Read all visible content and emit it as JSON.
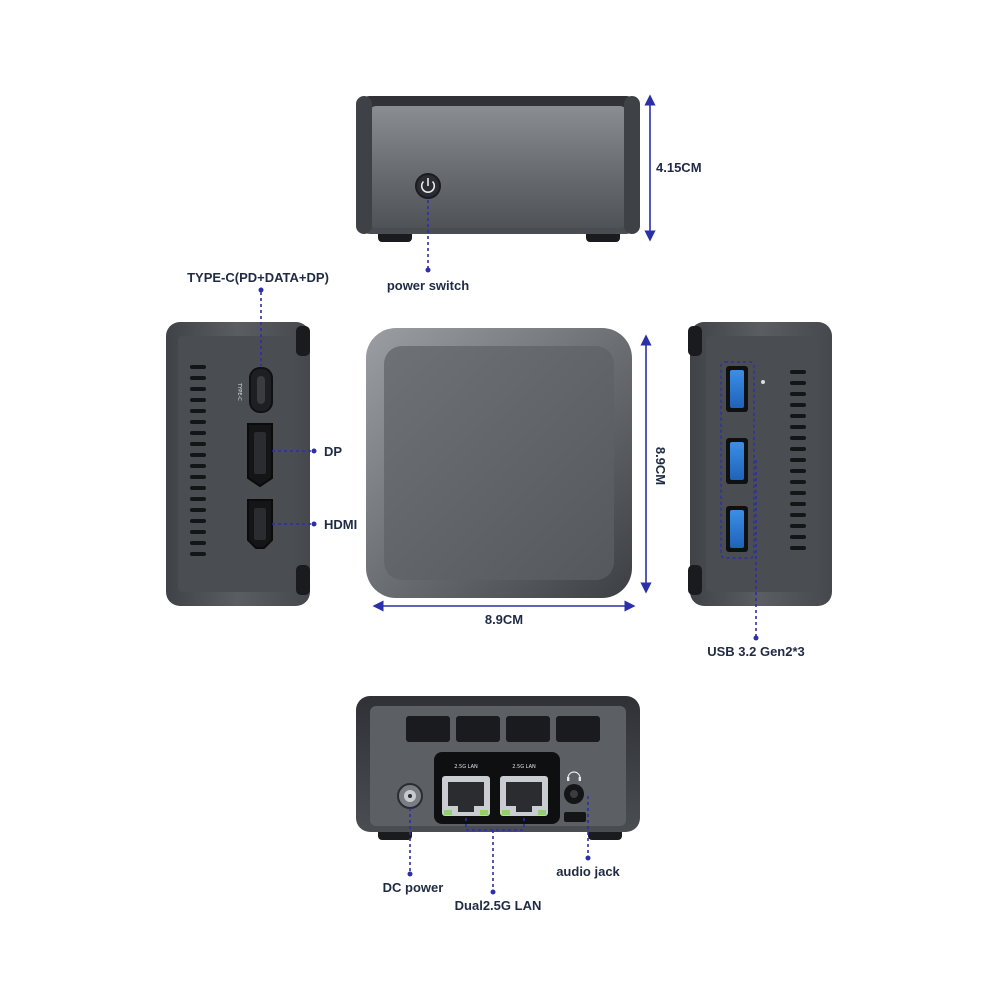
{
  "colors": {
    "annotation": "#2b2fa8",
    "label_text": "#1f2a44",
    "chassis": "#55585d",
    "usb_accent": "#2e7fd6",
    "port_panel": "#0e0f11",
    "background": "#ffffff"
  },
  "icons": {
    "power": "power-icon",
    "audio": "headphone-icon",
    "usb": "usb-icon"
  },
  "labels": {
    "type_c": "TYPE-C(PD+DATA+DP)",
    "power_switch": "power switch",
    "dp": "DP",
    "hdmi": "HDMI",
    "usb": "USB 3.2 Gen2*3",
    "dc_power": "DC power",
    "dual_lan": "Dual2.5G LAN",
    "audio_jack": "audio jack"
  },
  "dimensions": {
    "height": "4.15CM",
    "width": "8.9CM",
    "depth": "8.9CM"
  },
  "port_markings": {
    "lan_left": "2.5G LAN",
    "lan_right": "2.5G LAN",
    "type_c_side": "TYPE-C"
  }
}
